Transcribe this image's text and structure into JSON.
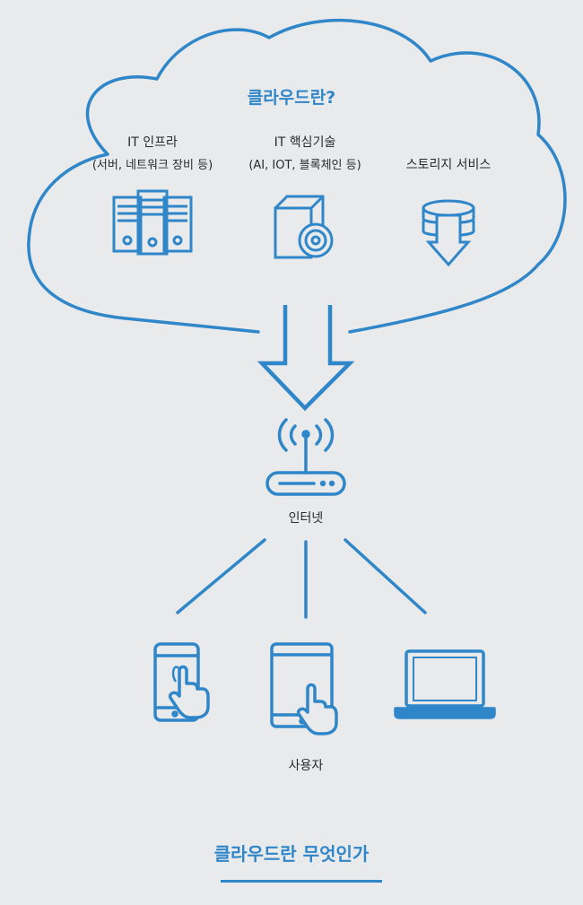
{
  "cloud": {
    "title": "클라우드란?",
    "services": [
      {
        "name": "IT 인프라",
        "detail": "(서버, 네트워크 장비 등)",
        "icon": "server-rack-icon"
      },
      {
        "name": "IT 핵심기술",
        "detail": "(AI, IOT, 블록체인 등)",
        "icon": "software-box-icon"
      },
      {
        "name": "스토리지 서비스",
        "detail": "",
        "icon": "storage-disks-icon"
      }
    ]
  },
  "network": {
    "label": "인터넷",
    "icon": "router-wifi-icon"
  },
  "users": {
    "label": "사용자",
    "devices": [
      {
        "name": "smartphone",
        "icon": "smartphone-touch-icon"
      },
      {
        "name": "tablet",
        "icon": "tablet-touch-icon"
      },
      {
        "name": "laptop",
        "icon": "laptop-icon"
      }
    ]
  },
  "footer": {
    "title": "클라우드란 무엇인가"
  },
  "colors": {
    "accent": "#2f86c8",
    "text": "#2a2a2a",
    "background": "#e9eaec"
  }
}
